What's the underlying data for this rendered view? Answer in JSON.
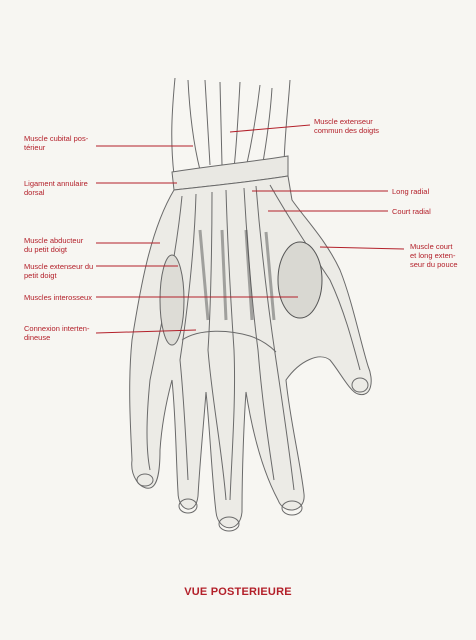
{
  "title": "VUE POSTERIEURE",
  "colors": {
    "label": "#b3202a",
    "pencil": "#5a5a5a",
    "paper": "#f7f6f2"
  },
  "labels": {
    "cubital": "Muscle cubital pos-\ntérieur",
    "ligament": "Ligament annulaire\ndorsal",
    "abducteur": "Muscle abducteur\ndu petit doigt",
    "ext_petit": "Muscle extenseur du\npetit doigt",
    "interosseux": "Muscles interosseux",
    "connexion": "Connexion interten-\ndineuse",
    "ext_commun": "Muscle extenseur\ncommun des doigts",
    "long_radial": "Long radial",
    "court_radial": "Court radial",
    "pouce": "Muscle court\net long exten-\nseur du pouce"
  }
}
